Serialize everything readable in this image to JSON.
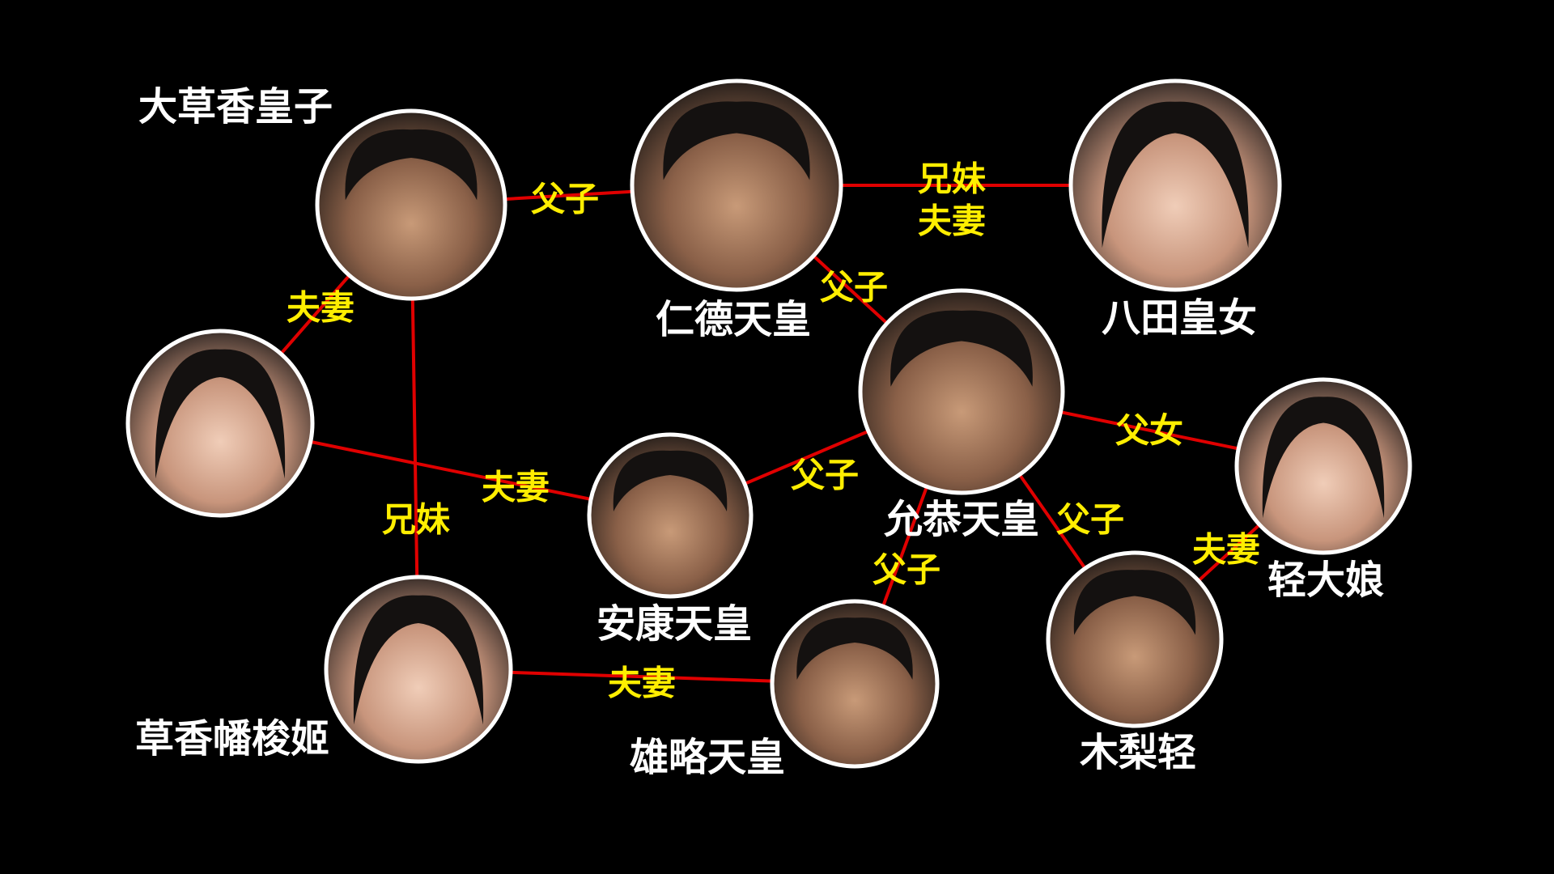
{
  "colors": {
    "background": "#000000",
    "edge": "#e00000",
    "name_text": "#ffffff",
    "relation_text": "#ffee00",
    "portrait_border": "#ffffff"
  },
  "people": [
    {
      "id": "ookusaka",
      "name": "大草香皇子"
    },
    {
      "id": "nintoku",
      "name": "仁德天皇"
    },
    {
      "id": "yata",
      "name": "八田皇女"
    },
    {
      "id": "ingyo",
      "name": "允恭天皇"
    },
    {
      "id": "woman_left",
      "name": ""
    },
    {
      "id": "anko",
      "name": "安康天皇"
    },
    {
      "id": "kusaka",
      "name": "草香幡梭姬"
    },
    {
      "id": "yuryaku",
      "name": "雄略天皇"
    },
    {
      "id": "karu_oiratsume",
      "name": "轻大娘"
    },
    {
      "id": "kinashi",
      "name": "木梨轻"
    }
  ],
  "relations": [
    {
      "from": "ookusaka",
      "to": "nintoku",
      "label": "父子"
    },
    {
      "from": "nintoku",
      "to": "yata",
      "label": "兄妹",
      "label2": "夫妻"
    },
    {
      "from": "nintoku",
      "to": "ingyo",
      "label": "父子"
    },
    {
      "from": "ookusaka",
      "to": "woman_left",
      "label": "夫妻"
    },
    {
      "from": "ookusaka",
      "to": "kusaka",
      "label": "兄妹"
    },
    {
      "from": "woman_left",
      "to": "anko",
      "label": "夫妻"
    },
    {
      "from": "anko",
      "to": "ingyo",
      "label": "父子"
    },
    {
      "from": "ingyo",
      "to": "karu_oiratsume",
      "label": "父女"
    },
    {
      "from": "ingyo",
      "to": "kinashi",
      "label": "父子"
    },
    {
      "from": "ingyo",
      "to": "yuryaku",
      "label": "父子"
    },
    {
      "from": "kinashi",
      "to": "karu_oiratsume",
      "label": "夫妻"
    },
    {
      "from": "kusaka",
      "to": "yuryaku",
      "label": "夫妻"
    }
  ]
}
